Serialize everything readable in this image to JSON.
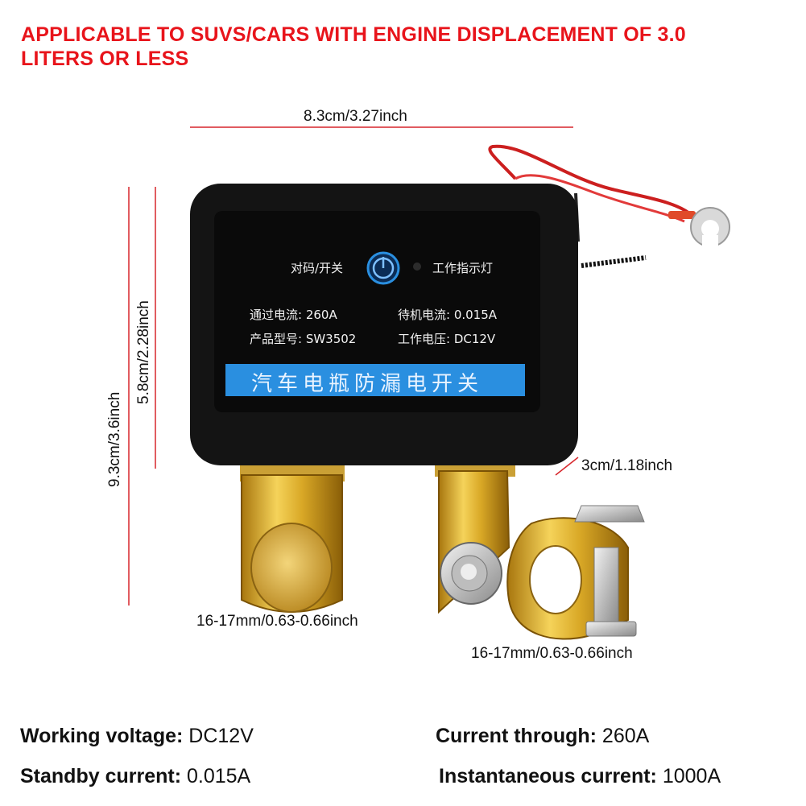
{
  "headline": "APPLICABLE TO SUVS/CARS WITH ENGINE DISPLACEMENT OF 3.0 LITERS OR LESS",
  "dimensions": {
    "width": "8.3cm/3.27inch",
    "total_height": "9.3cm/3.6inch",
    "body_height": "5.8cm/2.28inch",
    "terminal_length": "3cm/1.18inch",
    "terminal_left": "16-17mm/0.63-0.66inch",
    "terminal_right": "16-17mm/0.63-0.66inch"
  },
  "panel": {
    "pair_switch": "对码/开关",
    "indicator": "工作指示灯",
    "current_pass": "通过电流: 260A",
    "standby": "待机电流: 0.015A",
    "model": "产品型号: SW3502",
    "voltage": "工作电压: DC12V",
    "banner": "汽车电瓶防漏电开关"
  },
  "specs": {
    "working_voltage_label": "Working voltage:",
    "working_voltage_value": "DC12V",
    "current_through_label": "Current through:",
    "current_through_value": "260A",
    "standby_label": "Standby current:",
    "standby_value": "0.015A",
    "instantaneous_label": "Instantaneous current:",
    "instantaneous_value": "1000A"
  },
  "colors": {
    "headline": "#e8141b",
    "dimension_line": "#d7262b",
    "banner": "#2a8fe0"
  }
}
